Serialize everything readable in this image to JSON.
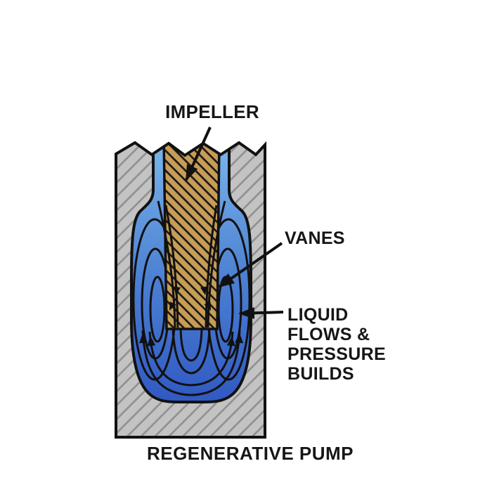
{
  "diagram": {
    "caption": "REGENERATIVE PUMP",
    "labels": {
      "impeller": "IMPELLER",
      "vanes": "VANES",
      "liquid_lines": [
        "LIQUID",
        "FLOWS &",
        "PRESSURE",
        "BUILDS"
      ]
    },
    "parts": {
      "housing": "pump housing (cross-section, hatched)",
      "impeller": "impeller shaft (hatched)",
      "liquid": "liquid chamber with circulating flow"
    }
  },
  "colors": {
    "background": "#ffffff",
    "housing-gray": "#c3c3c3",
    "housing-hatch": "#8f8f8f",
    "impeller-tan": "#c79c55",
    "impeller-hatch": "#151515",
    "liquid-light": "#7cb7ea",
    "liquid-mid": "#4b7ed2",
    "liquid-dark": "#3059c2",
    "outline-black": "#111111",
    "label-text": "#161616"
  }
}
